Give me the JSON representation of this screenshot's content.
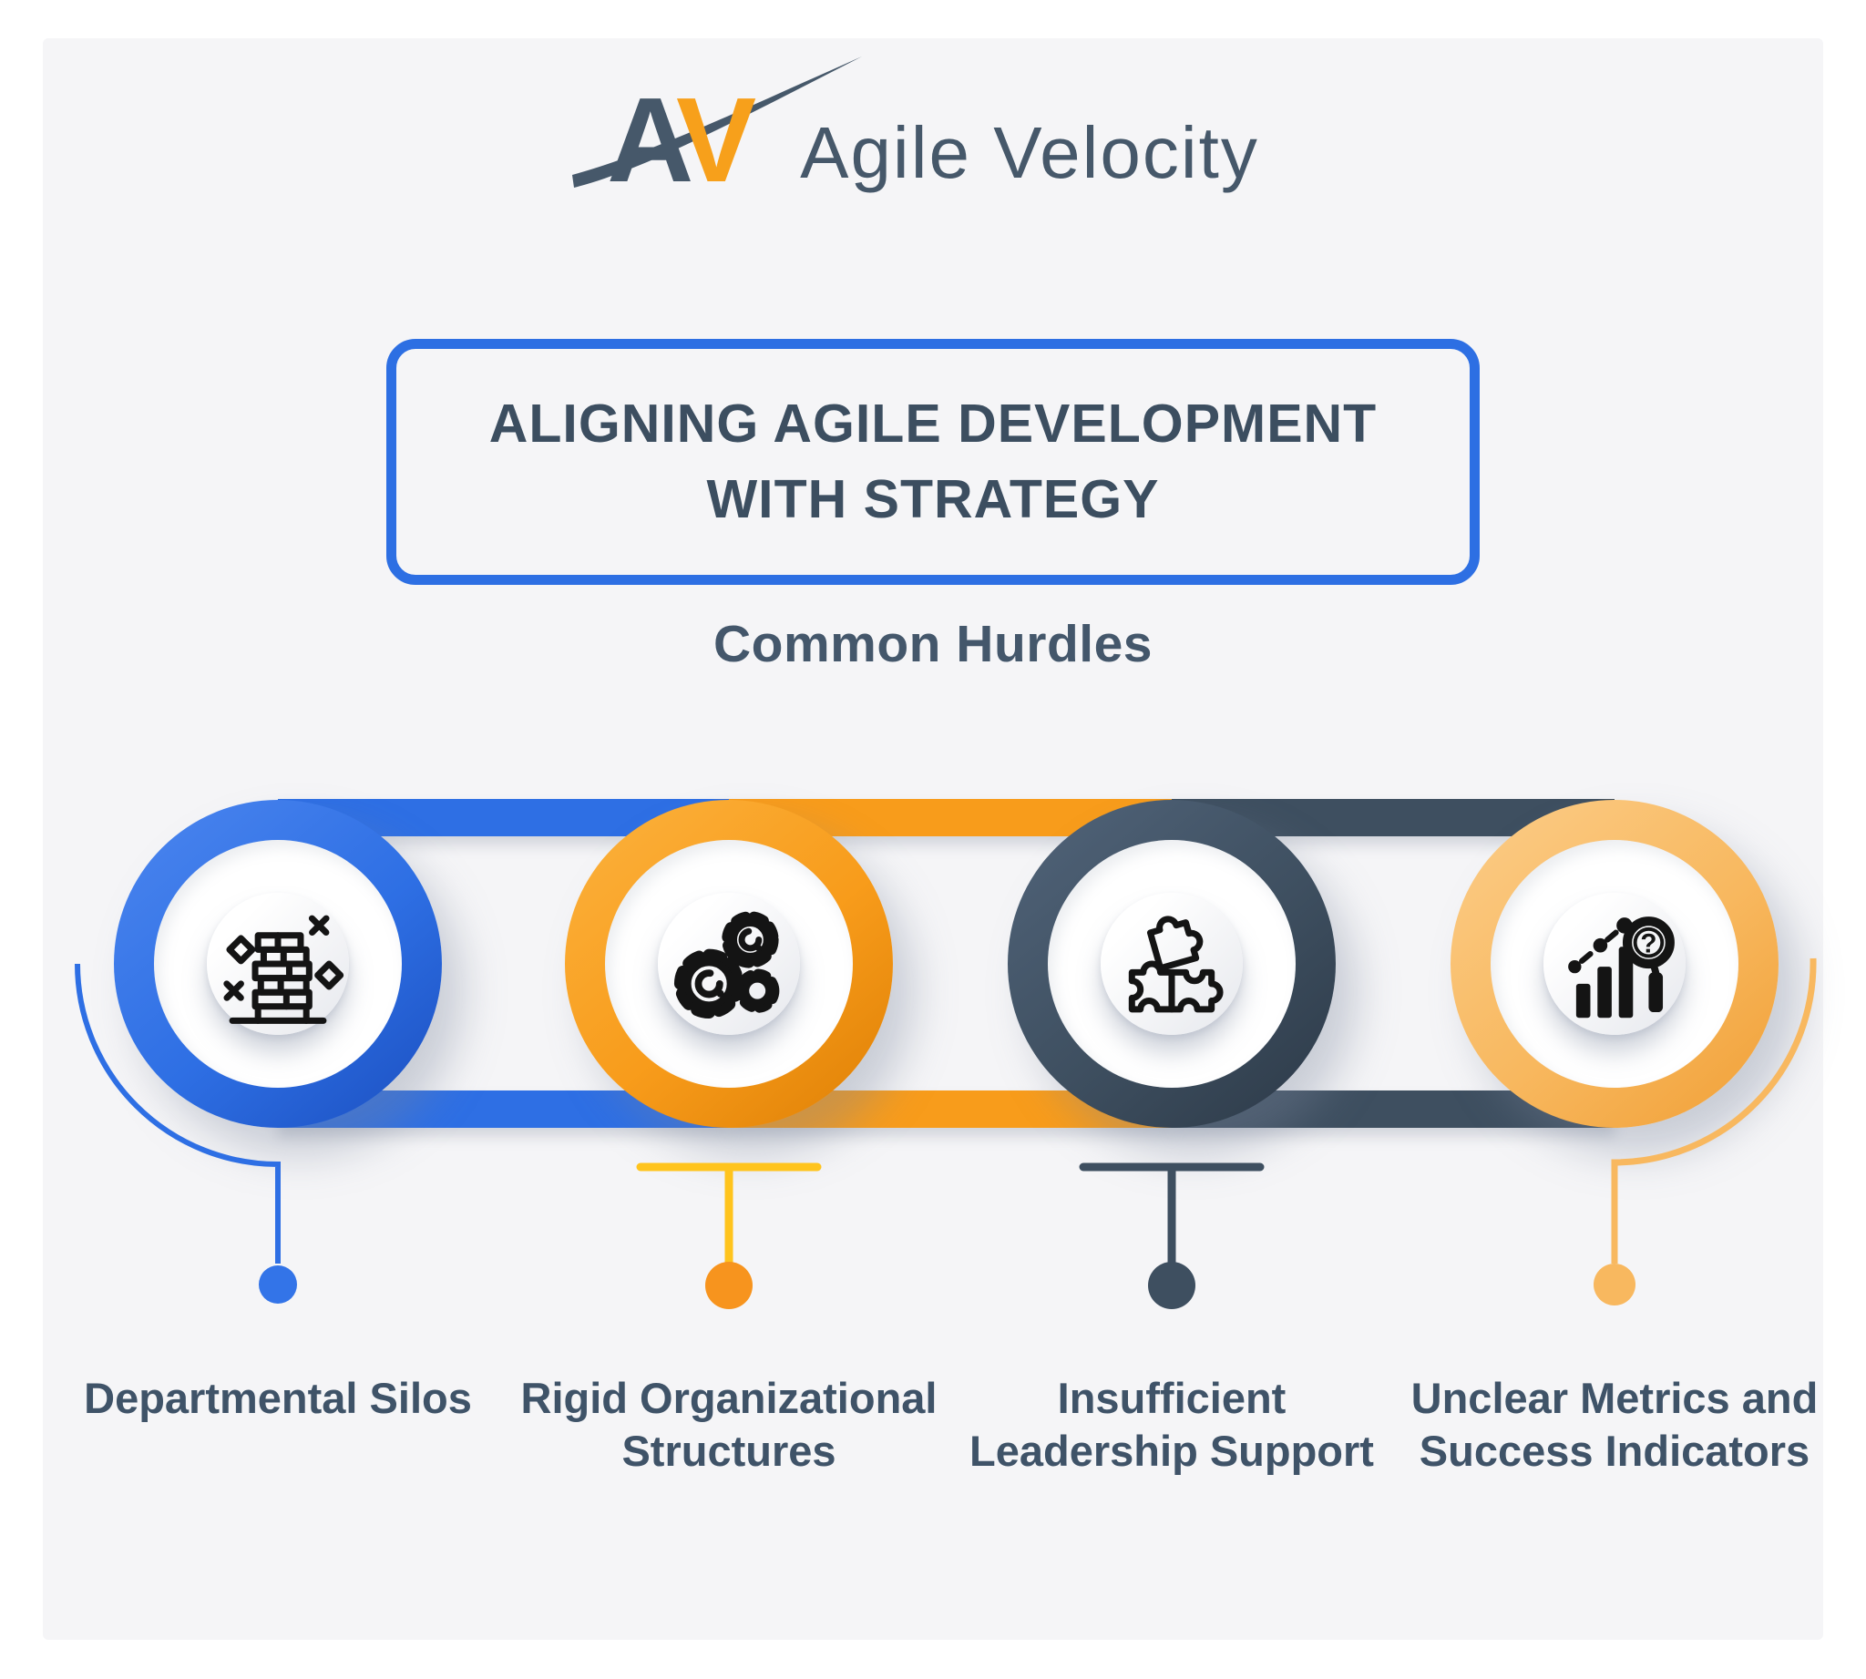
{
  "brand": {
    "mark_a": "A",
    "mark_b": "V",
    "name": "Agile Velocity",
    "slate": "#46586A",
    "orange": "#F7A01B"
  },
  "title": "ALIGNING AGILE DEVELOPMENT WITH STRATEGY",
  "subtitle": "Common Hurdles",
  "panel": {
    "background": "#F5F5F7"
  },
  "colors": {
    "title_border": "#2D6FE3",
    "title_text": "#3C4E60",
    "label_text": "#3F5368"
  },
  "hurdles": [
    {
      "label": "Departmental Silos",
      "icon": "toppling-bricks-icon",
      "accent": "#2E6FE4",
      "accent_light": "#4C86EF",
      "accent_dark": "#1B4FC0",
      "connector_line": "#2E6FE4",
      "connector_dot": "#3374E8"
    },
    {
      "label": "Rigid Organizational Structures",
      "icon": "gears-icon",
      "accent": "#F89C1B",
      "accent_light": "#FBB23E",
      "accent_dark": "#DE7F04",
      "connector_line": "#FFC41D",
      "connector_dot": "#F7941E"
    },
    {
      "label": "Insufficient Leadership Support",
      "icon": "puzzle-pieces-icon",
      "accent": "#3E4F60",
      "accent_light": "#51647A",
      "accent_dark": "#2C3947",
      "connector_line": "#3E4F60",
      "connector_dot": "#3E4F60"
    },
    {
      "label": "Unclear Metrics and Success Indicators",
      "icon": "metrics-magnifier-icon",
      "accent": "#F8B85F",
      "accent_light": "#FBCD89",
      "accent_dark": "#F09F35",
      "connector_line": "#F8B85F",
      "connector_dot": "#F8B85F",
      "magnifier_glyph": "?"
    }
  ]
}
